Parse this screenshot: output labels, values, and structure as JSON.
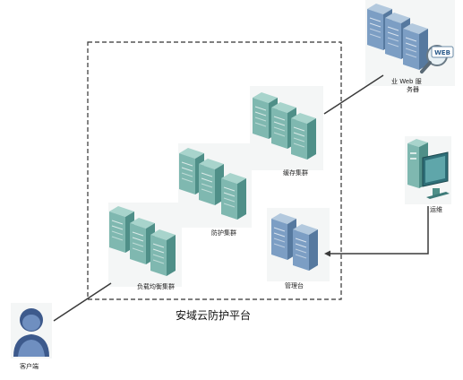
{
  "platform": {
    "title": "安域云防护平台"
  },
  "nodes": {
    "web_cluster": {
      "label_line1": "业 Web 服",
      "label_line2": "务器",
      "badge": "WEB"
    },
    "cache_cluster": {
      "label": "缓存集群"
    },
    "protect_cluster": {
      "label": "防护集群"
    },
    "lb_cluster": {
      "label": "负载均衡集群"
    },
    "mgmt_console": {
      "label": "管理台"
    },
    "ops_terminal": {
      "label": "运维"
    },
    "client": {
      "label": "客户端"
    }
  },
  "colors": {
    "server_front": "#7fb8b0",
    "server_side": "#4f8f88",
    "server_top": "#a8d4cc",
    "server_blue_front": "#7c9ec4",
    "server_blue_side": "#56799f",
    "server_blue_top": "#b3c9de",
    "line": "#3a3a3a",
    "dashed_border": "#333333"
  }
}
